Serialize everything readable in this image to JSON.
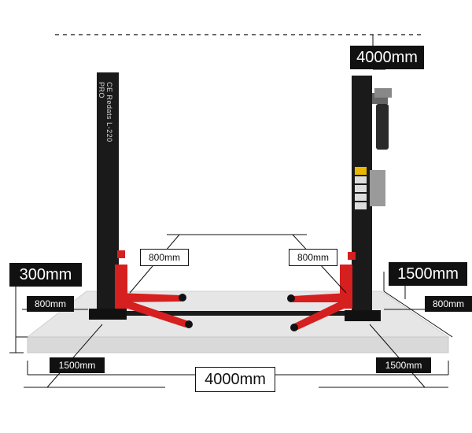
{
  "product": {
    "brand": "Redats",
    "model": "L-220",
    "variant": "PRO",
    "certification": "CE"
  },
  "dimensions": {
    "height_top": "4000mm",
    "height_side_left": "300mm",
    "depth_right": "1500mm",
    "arm_left": "800mm",
    "arm_right": "800mm",
    "platform_left": "800mm",
    "platform_right": "800mm",
    "base_left": "1500mm",
    "base_right": "1500mm",
    "width_bottom": "4000mm"
  },
  "colors": {
    "column": "#1a1a1a",
    "arms": "#d61f1f",
    "floor": "#e6e6e6",
    "floor_edge": "#cfcfcf"
  }
}
